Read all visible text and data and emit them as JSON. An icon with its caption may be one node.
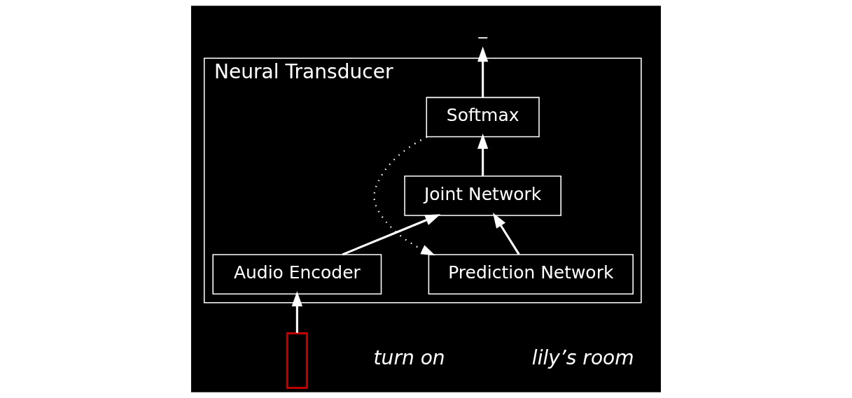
{
  "diagram": {
    "nodes": [
      {
        "text": [
          "Neural Transducer"
        ]
      },
      {
        "text": [
          "Softmax"
        ],
        "in": 0
      },
      {
        "text": [
          "Joint Network"
        ],
        "in": 0
      },
      {
        "text": [
          "Audio Encoder"
        ],
        "in": 0
      },
      {
        "text": [
          "Prediction Network"
        ],
        "in": 0
      },
      {
        "text": [
          "_"
        ]
      },
      {
        "text": [],
        "shape": "box"
      }
    ],
    "edges": [
      {
        "from": 2,
        "to": 1,
        "arrow": "to"
      },
      {
        "from": 3,
        "to": 2,
        "arrow": "to"
      },
      {
        "from": 4,
        "to": 2,
        "arrow": "to"
      },
      {
        "from": 1,
        "to": 5,
        "arrow": "to"
      },
      {
        "from": 1,
        "to": 4,
        "arrow": "to",
        "style": "dashed"
      },
      {
        "from": 6,
        "to": 3,
        "arrow": "to"
      }
    ],
    "labels": [
      "turn on",
      "lily’s room"
    ]
  }
}
